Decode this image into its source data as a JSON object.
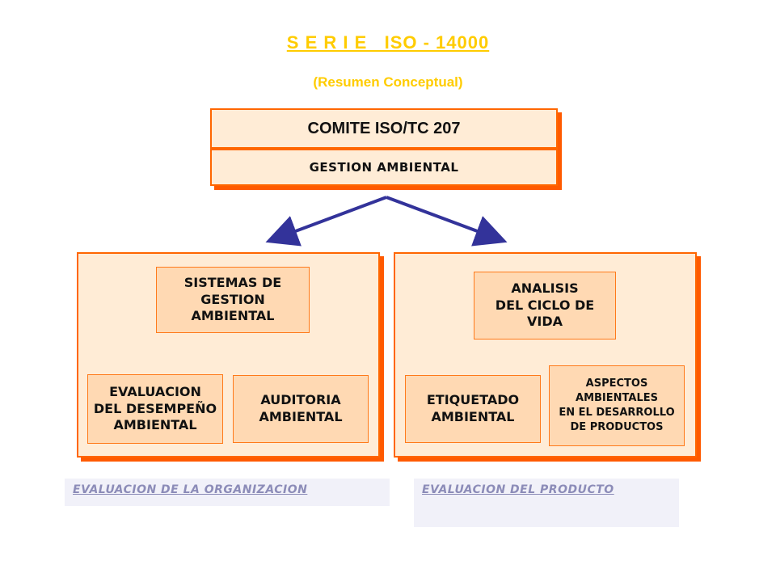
{
  "header": {
    "title": "S E R I E   ISO - 14000",
    "subtitle": "(Resumen Conceptual)"
  },
  "top_box": {
    "line1": "COMITE ISO/TC 207",
    "line2": "GESTION  AMBIENTAL"
  },
  "left_panel": {
    "sistemas": "SISTEMAS DE\nGESTION\nAMBIENTAL",
    "evaluacion": "EVALUACION\nDEL DESEMPEÑO\nAMBIENTAL",
    "auditoria": "AUDITORIA\nAMBIENTAL",
    "footer": "EVALUACION DE LA ORGANIZACION"
  },
  "right_panel": {
    "analisis": "ANALISIS\nDEL CICLO DE\nVIDA",
    "etiquetado": "ETIQUETADO\nAMBIENTAL",
    "aspectos": "ASPECTOS\nAMBIENTALES\nEN EL DESARROLLO\nDE PRODUCTOS",
    "footer": "EVALUACION DEL PRODUCTO"
  },
  "colors": {
    "title": "#ffcc00",
    "border": "#ff6600",
    "arrow": "#33339a"
  }
}
